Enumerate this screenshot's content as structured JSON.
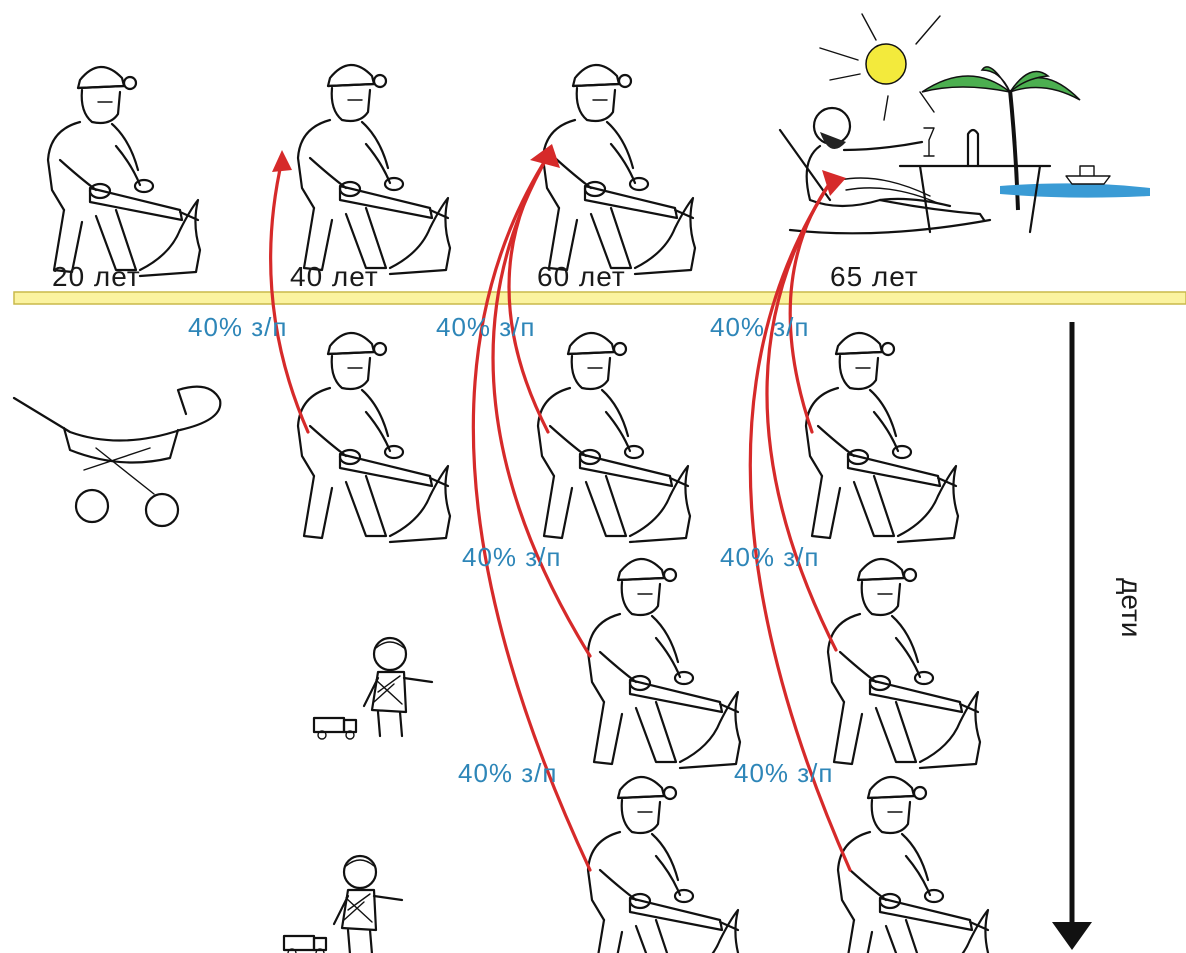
{
  "timeline": {
    "ages": [
      "20 лет",
      "40 лет",
      "60 лет",
      "65 лет"
    ],
    "bar_color": "#fbf3a0"
  },
  "salary_labels": [
    "40% з/п",
    "40% з/п",
    "40% з/п",
    "40% з/п",
    "40% з/п",
    "40% з/п",
    "40% з/п"
  ],
  "children_axis": {
    "label": "дети",
    "direction": "down"
  },
  "colors": {
    "arrow": "#d62a2a",
    "salary_text": "#2e86b8",
    "sun": "#f3ea3c",
    "palm": "#4caf50",
    "water": "#3a9bd5"
  }
}
